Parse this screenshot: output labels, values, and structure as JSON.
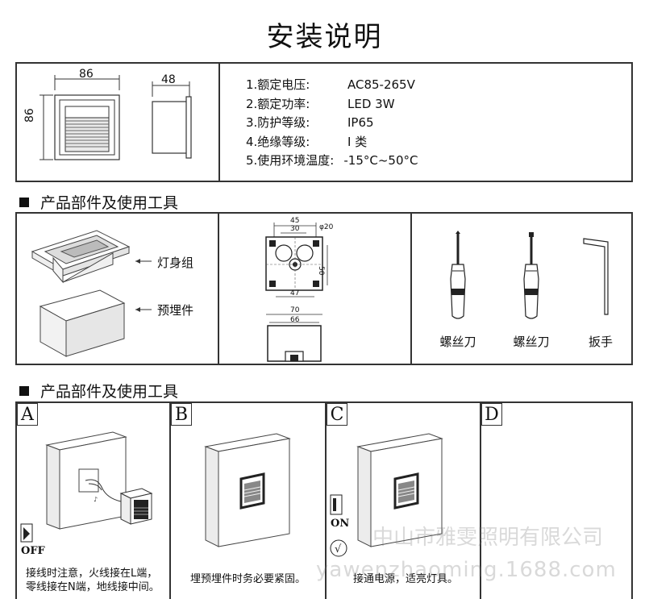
{
  "title": "安装说明",
  "dimensions": {
    "front_width": "86",
    "front_height": "86",
    "side_depth": "48"
  },
  "specs": [
    {
      "label": "1.额定电压:",
      "value": "AC85-265V"
    },
    {
      "label": "2.额定功率:",
      "value": "LED 3W"
    },
    {
      "label": "3.防护等级:",
      "value": "IP65"
    },
    {
      "label": "4.绝缘等级:",
      "value": "I 类"
    },
    {
      "label": "5.使用环境温度:",
      "value": "-15°C~50°C"
    }
  ],
  "section1_heading": "产品部件及使用工具",
  "parts": {
    "body_label": "灯身组",
    "box_label": "预埋件"
  },
  "drawing_dims": {
    "d45": "45",
    "d30": "30",
    "phi20": "φ20",
    "d50": "50",
    "d47": "47",
    "d70": "70",
    "d66": "66"
  },
  "tools": [
    {
      "label": "螺丝刀"
    },
    {
      "label": "螺丝刀"
    },
    {
      "label": "扳手"
    }
  ],
  "section2_heading": "产品部件及使用工具",
  "steps": [
    {
      "letter": "A",
      "switch_text": "OFF",
      "note_line1": "接线时注意，火线接在L端，",
      "note_line2": "零线接在N端，地线接中间。"
    },
    {
      "letter": "B",
      "note_line1": "埋预埋件时务必要紧固。"
    },
    {
      "letter": "C",
      "switch_text": "ON",
      "note_line1": "接通电源，适亮灯具。"
    },
    {
      "letter": "D"
    }
  ],
  "watermark": {
    "line1": "中山市雅雯照明有限公司",
    "line2": "yawenzhaoming.1688.com"
  }
}
